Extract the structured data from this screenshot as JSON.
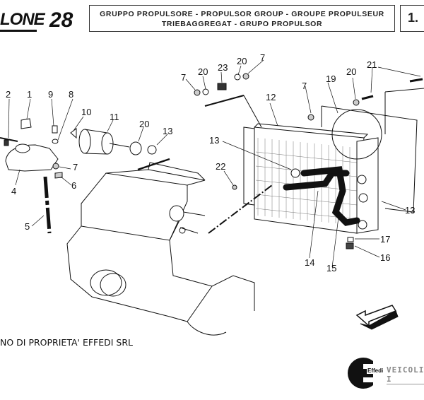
{
  "header": {
    "brand": "LONE",
    "model_number": "28",
    "title_line1": "GRUPPO PROPULSORE - PROPULSOR GROUP - GROUPE PROPULSEUR",
    "title_line2": "TRIEBAGGREGAT - GRUPO PROPULSOR",
    "page_ref": "1."
  },
  "callouts": {
    "c1": "1",
    "c2": "2",
    "c4": "4",
    "c5": "5",
    "c6": "6",
    "c7a": "7",
    "c8": "8",
    "c9": "9",
    "c10": "10",
    "c11": "11",
    "c13a": "13",
    "c20a": "20",
    "c7b": "7",
    "c20b": "20",
    "c23": "23",
    "c20c": "20",
    "c7c": "7",
    "c7d": "7",
    "c12": "12",
    "c19": "19",
    "c20d": "20",
    "c21": "21",
    "c13b": "13",
    "c22": "22",
    "c13c": "13",
    "c14": "14",
    "c15": "15",
    "c16": "16",
    "c17": "17"
  },
  "footer": {
    "copyright": "NO DI PROPRIETA' EFFEDI SRL",
    "logo_mark": "Effedi",
    "logo_text": "VEICOLI I"
  }
}
